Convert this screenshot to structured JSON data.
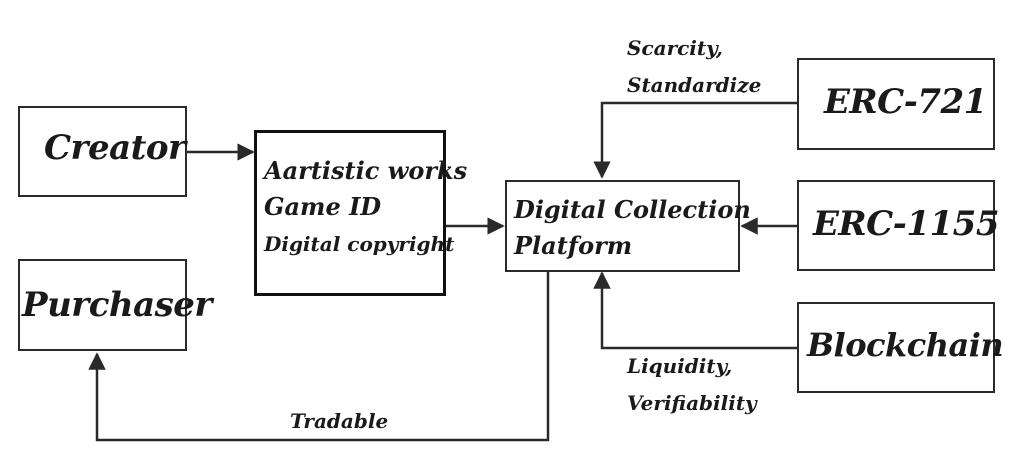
{
  "nodes": {
    "creator": "Creator",
    "purchaser": "Purchaser",
    "works": [
      "Aartistic works",
      "Game ID",
      "Digital copyright"
    ],
    "platform": [
      "Digital Collection",
      "Platform"
    ],
    "erc721": "ERC-721",
    "erc1155": "ERC-1155",
    "blockchain": "Blockchain"
  },
  "edge_labels": {
    "erc721_to_platform": [
      "Scarcity,",
      "Standardize"
    ],
    "blockchain_to_platform": [
      "Liquidity,",
      "Verifiability"
    ],
    "platform_to_purchaser": "Tradable"
  },
  "colors": {
    "line": "#2a2a2a",
    "text": "#1a1a1a",
    "background": "#ffffff"
  }
}
